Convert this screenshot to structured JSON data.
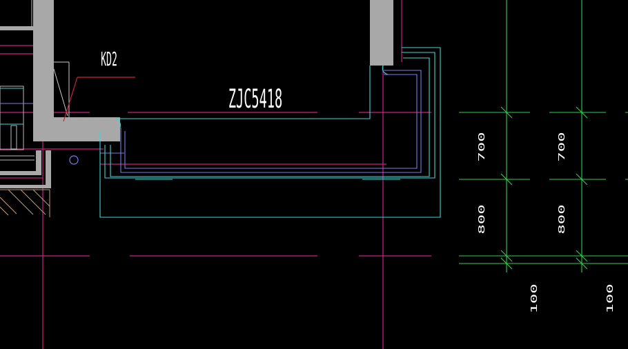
{
  "drawing": {
    "background": "#000000",
    "colors": {
      "axis_magenta": "#cc1f8a",
      "wall_gray": "#a8a8a8",
      "outline_cyan": "#3fd6d6",
      "frame_blue": "#7a7cf0",
      "dim_green": "#2fd24a",
      "text_white": "#ffffff",
      "leader_red": "#cc1f3a",
      "hatch_tan": "#c8a070"
    }
  },
  "labels": {
    "window_tag": "ZJC5418",
    "door_tag": "KD2"
  },
  "dimensions": {
    "left_upper": "700",
    "left_lower": "800",
    "right_upper": "700",
    "right_lower": "800",
    "bottom_left": "100",
    "bottom_right": "100"
  }
}
